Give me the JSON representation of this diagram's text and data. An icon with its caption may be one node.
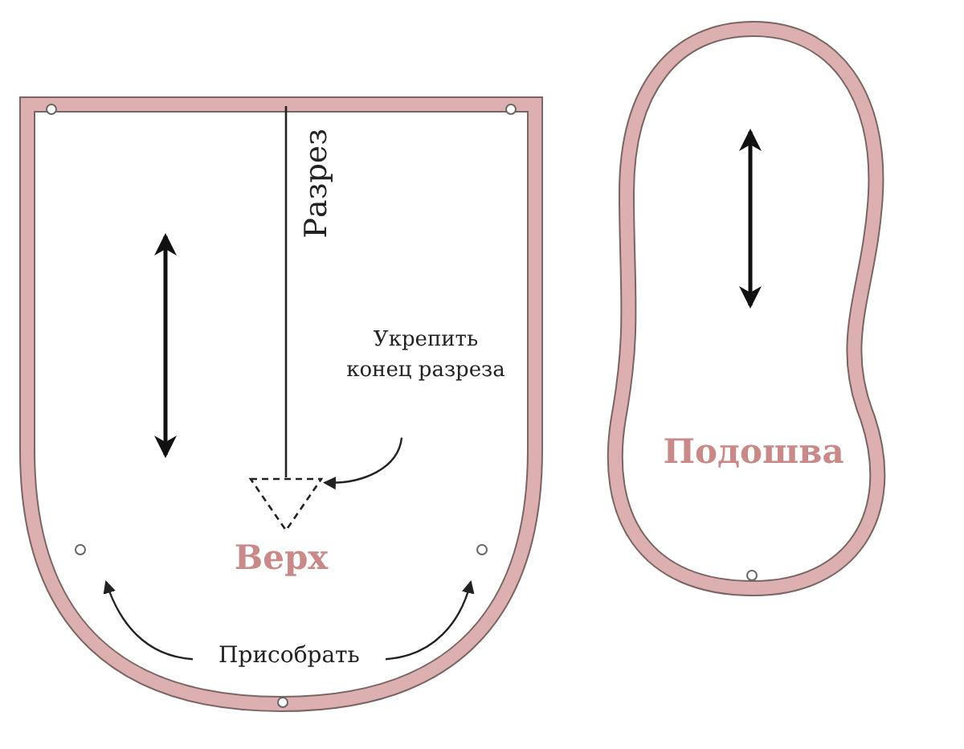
{
  "diagram": {
    "nodes": [
      {
        "text": [
          "Верх"
        ]
      },
      {
        "text": [
          "Укрепить конец разреза"
        ],
        "in": 0
      },
      {
        "text": [],
        "shape": "triangle",
        "in": 0
      },
      {
        "text": [
          "Присобрать"
        ],
        "in": 0
      },
      {
        "text": [
          "Подошва"
        ]
      }
    ],
    "edges": [
      {
        "from": 1,
        "to": 2,
        "arrow": "to"
      },
      {
        "from": 3,
        "to": null,
        "arrow": "to"
      },
      {
        "from": 3,
        "to": null,
        "arrow": "to"
      }
    ],
    "labels": [
      "Разрез"
    ]
  }
}
